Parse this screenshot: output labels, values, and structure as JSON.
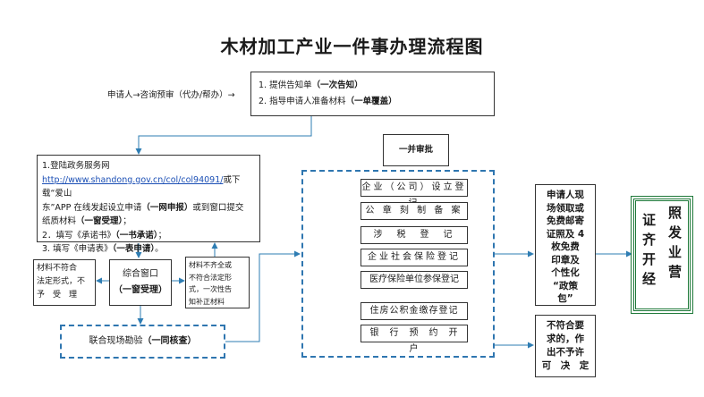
{
  "title": "木材加工产业一件事办理流程图",
  "consult": {
    "text": "申请人→咨询预审（代办/帮办）→"
  },
  "notify": {
    "line1_text": "1. 提供告知单",
    "line1_bold": "（一次告知）",
    "line2_text": "2. 指导申请人准备材料",
    "line2_bold": "（一单覆盖）"
  },
  "apply": {
    "l1": "1.登陆政务服务网",
    "url": "http://www.shandong.gov.cn/col/col94091/",
    "l2a": "或下载“爱山",
    "l3a": "东”APP 在线发起设立申请",
    "l3b": "（一网申报）",
    "l3c": "或到窗口提交",
    "l4a": "纸质材料",
    "l4b": "（一窗受理）",
    "l4c": "；",
    "l5a": "2．填写《承诺书》",
    "l5b": "（一书承诺）",
    "l5c": "；",
    "l6a": "3. 填写《申请表》",
    "l6b": "（一表申请）",
    "l6c": "。"
  },
  "reject_left": {
    "l1": "材料不符合",
    "l2": "法定形式，不",
    "l3": "予　受　理"
  },
  "window": {
    "l1": "综合窗口",
    "l2": "（一窗受理）"
  },
  "supplement": {
    "l1": "材料不齐全或",
    "l2": "不符合法定形",
    "l3": "式，一次性告",
    "l4": "知补正材料"
  },
  "inspection": {
    "text": "联合现场勘验",
    "bold": "（一同核查）"
  },
  "joint": {
    "label": "一并审批"
  },
  "registrations": [
    "企业（公司）设立登记",
    "公 章 刻 制 备 案",
    "涉　税　登　记",
    "企业社会保险登记",
    "医疗保险单位参保登记",
    "住房公积金缴存登记",
    "银　行　预　约　开　户"
  ],
  "pickup": {
    "l1": "申请人现",
    "l2": "场领取或",
    "l3": "免费邮寄",
    "l4": "证照及 4",
    "l5": "枚免费",
    "l6": "印章及",
    "l7": "个性化",
    "l8": "“政策",
    "l9": "包”"
  },
  "reject_right": {
    "l1": "不符合要",
    "l2": "求的，作",
    "l3": "出不予许",
    "l4": "可　决　定"
  },
  "final": {
    "col1a": "证",
    "col1b": "照",
    "col2a": "齐",
    "col2b": "发",
    "col3a": "开",
    "col3b": "业",
    "col4a": "经",
    "col4b": "营"
  },
  "colors": {
    "accent": "#2e7db3",
    "dash_blue": "#2f76b0",
    "green": "#1f7a3a",
    "ink": "#1a1a1a"
  }
}
